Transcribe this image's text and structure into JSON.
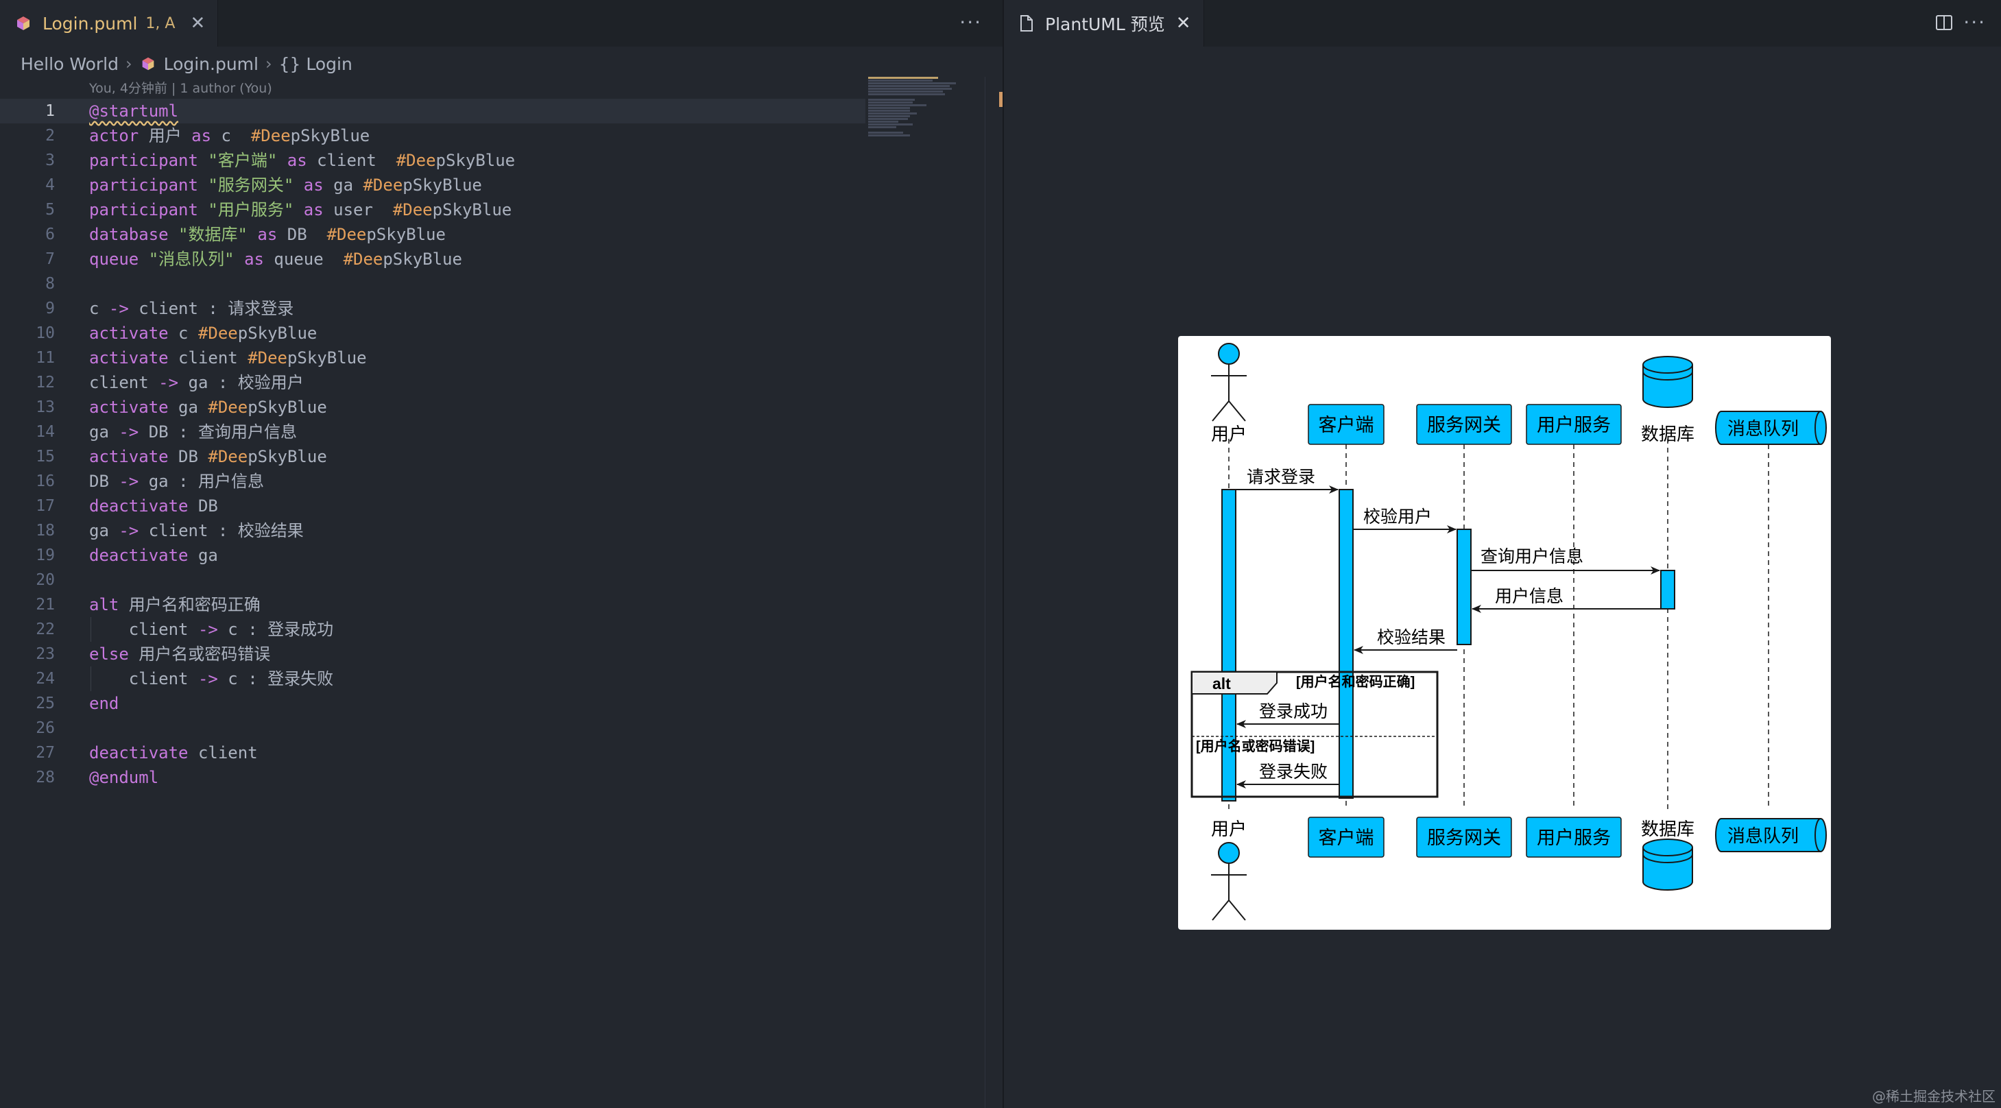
{
  "editor": {
    "tab": {
      "title": "Login.puml",
      "suffix": "1, A"
    },
    "tab_more": "···",
    "breadcrumb": {
      "workspace": "Hello World",
      "file": "Login.puml",
      "symbol": "{} Login"
    },
    "blame": "You, 4分钟前 | 1 author (You)",
    "lines": [
      {
        "n": "1",
        "segs": [
          {
            "t": "@startuml",
            "c": "t-at"
          }
        ]
      },
      {
        "n": "2",
        "segs": [
          {
            "t": "actor",
            "c": "t-kw"
          },
          {
            "t": " 用户 ",
            "c": "t-id"
          },
          {
            "t": "as",
            "c": "t-kw"
          },
          {
            "t": " c  ",
            "c": "t-id"
          },
          {
            "t": "#Dee",
            "c": "t-col1"
          },
          {
            "t": "pSkyBlue",
            "c": "t-col2"
          }
        ]
      },
      {
        "n": "3",
        "segs": [
          {
            "t": "participant",
            "c": "t-kw"
          },
          {
            "t": " ",
            "c": "t-id"
          },
          {
            "t": "\"客户端\"",
            "c": "t-str"
          },
          {
            "t": " ",
            "c": "t-id"
          },
          {
            "t": "as",
            "c": "t-kw"
          },
          {
            "t": " client  ",
            "c": "t-id"
          },
          {
            "t": "#Dee",
            "c": "t-col1"
          },
          {
            "t": "pSkyBlue",
            "c": "t-col2"
          }
        ]
      },
      {
        "n": "4",
        "segs": [
          {
            "t": "participant",
            "c": "t-kw"
          },
          {
            "t": " ",
            "c": "t-id"
          },
          {
            "t": "\"服务网关\"",
            "c": "t-str"
          },
          {
            "t": " ",
            "c": "t-id"
          },
          {
            "t": "as",
            "c": "t-kw"
          },
          {
            "t": " ga ",
            "c": "t-id"
          },
          {
            "t": "#Dee",
            "c": "t-col1"
          },
          {
            "t": "pSkyBlue",
            "c": "t-col2"
          }
        ]
      },
      {
        "n": "5",
        "segs": [
          {
            "t": "participant",
            "c": "t-kw"
          },
          {
            "t": " ",
            "c": "t-id"
          },
          {
            "t": "\"用户服务\"",
            "c": "t-str"
          },
          {
            "t": " ",
            "c": "t-id"
          },
          {
            "t": "as",
            "c": "t-kw"
          },
          {
            "t": " user  ",
            "c": "t-id"
          },
          {
            "t": "#Dee",
            "c": "t-col1"
          },
          {
            "t": "pSkyBlue",
            "c": "t-col2"
          }
        ]
      },
      {
        "n": "6",
        "segs": [
          {
            "t": "database",
            "c": "t-kw"
          },
          {
            "t": " ",
            "c": "t-id"
          },
          {
            "t": "\"数据库\"",
            "c": "t-str"
          },
          {
            "t": " ",
            "c": "t-id"
          },
          {
            "t": "as",
            "c": "t-kw"
          },
          {
            "t": " DB  ",
            "c": "t-id"
          },
          {
            "t": "#Dee",
            "c": "t-col1"
          },
          {
            "t": "pSkyBlue",
            "c": "t-col2"
          }
        ]
      },
      {
        "n": "7",
        "segs": [
          {
            "t": "queue",
            "c": "t-kw"
          },
          {
            "t": " ",
            "c": "t-id"
          },
          {
            "t": "\"消息队列\"",
            "c": "t-str"
          },
          {
            "t": " ",
            "c": "t-id"
          },
          {
            "t": "as",
            "c": "t-kw"
          },
          {
            "t": " queue  ",
            "c": "t-id"
          },
          {
            "t": "#Dee",
            "c": "t-col1"
          },
          {
            "t": "pSkyBlue",
            "c": "t-col2"
          }
        ]
      },
      {
        "n": "8",
        "segs": []
      },
      {
        "n": "9",
        "segs": [
          {
            "t": "c ",
            "c": "t-id"
          },
          {
            "t": "->",
            "c": "t-op"
          },
          {
            "t": " client : 请求登录",
            "c": "t-id"
          }
        ]
      },
      {
        "n": "10",
        "segs": [
          {
            "t": "activate",
            "c": "t-kw"
          },
          {
            "t": " c ",
            "c": "t-id"
          },
          {
            "t": "#Dee",
            "c": "t-col1"
          },
          {
            "t": "pSkyBlue",
            "c": "t-col2"
          }
        ]
      },
      {
        "n": "11",
        "segs": [
          {
            "t": "activate",
            "c": "t-kw"
          },
          {
            "t": " client ",
            "c": "t-id"
          },
          {
            "t": "#Dee",
            "c": "t-col1"
          },
          {
            "t": "pSkyBlue",
            "c": "t-col2"
          }
        ]
      },
      {
        "n": "12",
        "segs": [
          {
            "t": "client ",
            "c": "t-id"
          },
          {
            "t": "->",
            "c": "t-op"
          },
          {
            "t": " ga : 校验用户",
            "c": "t-id"
          }
        ]
      },
      {
        "n": "13",
        "segs": [
          {
            "t": "activate",
            "c": "t-kw"
          },
          {
            "t": " ga ",
            "c": "t-id"
          },
          {
            "t": "#Dee",
            "c": "t-col1"
          },
          {
            "t": "pSkyBlue",
            "c": "t-col2"
          }
        ]
      },
      {
        "n": "14",
        "segs": [
          {
            "t": "ga ",
            "c": "t-id"
          },
          {
            "t": "->",
            "c": "t-op"
          },
          {
            "t": " DB : 查询用户信息",
            "c": "t-id"
          }
        ]
      },
      {
        "n": "15",
        "segs": [
          {
            "t": "activate",
            "c": "t-kw"
          },
          {
            "t": " DB ",
            "c": "t-id"
          },
          {
            "t": "#Dee",
            "c": "t-col1"
          },
          {
            "t": "pSkyBlue",
            "c": "t-col2"
          }
        ]
      },
      {
        "n": "16",
        "segs": [
          {
            "t": "DB ",
            "c": "t-id"
          },
          {
            "t": "->",
            "c": "t-op"
          },
          {
            "t": " ga : 用户信息",
            "c": "t-id"
          }
        ]
      },
      {
        "n": "17",
        "segs": [
          {
            "t": "deactivate",
            "c": "t-kw"
          },
          {
            "t": " DB",
            "c": "t-id"
          }
        ]
      },
      {
        "n": "18",
        "segs": [
          {
            "t": "ga ",
            "c": "t-id"
          },
          {
            "t": "->",
            "c": "t-op"
          },
          {
            "t": " client : 校验结果",
            "c": "t-id"
          }
        ]
      },
      {
        "n": "19",
        "segs": [
          {
            "t": "deactivate",
            "c": "t-kw"
          },
          {
            "t": " ga",
            "c": "t-id"
          }
        ]
      },
      {
        "n": "20",
        "segs": []
      },
      {
        "n": "21",
        "segs": [
          {
            "t": "alt",
            "c": "t-kw"
          },
          {
            "t": " 用户名和密码正确",
            "c": "t-id"
          }
        ]
      },
      {
        "n": "22",
        "indent": true,
        "segs": [
          {
            "t": "    client ",
            "c": "t-id"
          },
          {
            "t": "->",
            "c": "t-op"
          },
          {
            "t": " c : 登录成功",
            "c": "t-id"
          }
        ]
      },
      {
        "n": "23",
        "segs": [
          {
            "t": "else",
            "c": "t-kw"
          },
          {
            "t": " 用户名或密码错误",
            "c": "t-id"
          }
        ]
      },
      {
        "n": "24",
        "indent": true,
        "segs": [
          {
            "t": "    client ",
            "c": "t-id"
          },
          {
            "t": "->",
            "c": "t-op"
          },
          {
            "t": " c : 登录失败",
            "c": "t-id"
          }
        ]
      },
      {
        "n": "25",
        "segs": [
          {
            "t": "end",
            "c": "t-kw"
          }
        ]
      },
      {
        "n": "26",
        "segs": []
      },
      {
        "n": "27",
        "segs": [
          {
            "t": "deactivate",
            "c": "t-kw"
          },
          {
            "t": " client",
            "c": "t-id"
          }
        ]
      },
      {
        "n": "28",
        "segs": [
          {
            "t": "@enduml",
            "c": "t-kw"
          }
        ]
      }
    ]
  },
  "preview": {
    "tab": {
      "title": "PlantUML 预览"
    },
    "more": "···",
    "diagram": {
      "participants": {
        "user": "用户",
        "client": "客户端",
        "gateway": "服务网关",
        "user_service": "用户服务",
        "database": "数据库",
        "queue": "消息队列"
      },
      "messages": [
        "请求登录",
        "校验用户",
        "查询用户信息",
        "用户信息",
        "校验结果",
        "登录成功",
        "登录失败"
      ],
      "alt_label": "alt",
      "alt_guard_1": "[用户名和密码正确]",
      "alt_guard_2": "[用户名或密码错误]",
      "fill_color": "#00BFFF"
    }
  },
  "watermark": "@稀土掘金技术社区"
}
